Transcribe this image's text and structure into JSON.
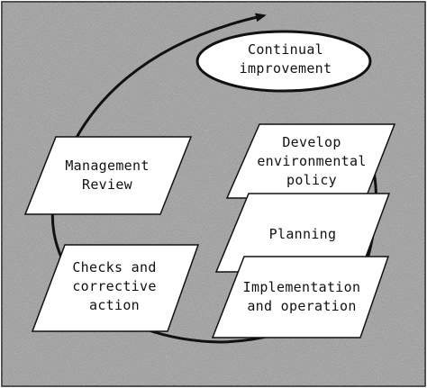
{
  "diagram": {
    "nodes": {
      "continual_improvement": "Continual\nimprovement",
      "management_review": "Management\nReview",
      "develop_policy": "Develop\nenvironmental\npolicy",
      "planning": "Planning",
      "implementation": "Implementation\nand operation",
      "checks": "Checks and\ncorrective\naction"
    }
  },
  "colors": {
    "background": "#9c9c9c",
    "box_fill": "#ffffff",
    "line": "#111111"
  }
}
